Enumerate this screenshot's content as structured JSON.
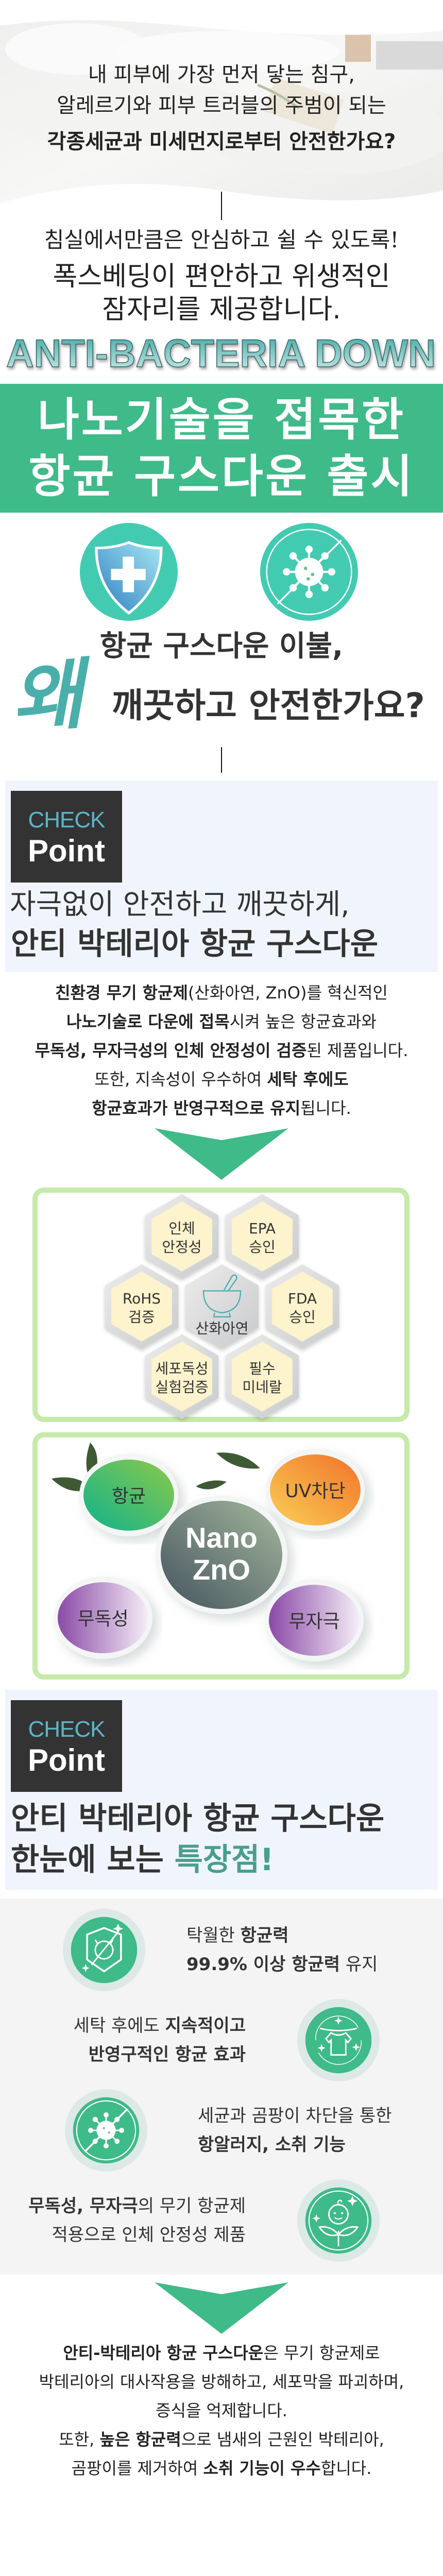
{
  "hero": {
    "lines": [
      "내 피부에 가장 먼저 닿는 침구,",
      "알레르기와 피부 트러블의 주범이 되는"
    ],
    "bold_line": "각종세균과 미세먼지로부터 안전한가요?"
  },
  "intro": {
    "tagline": "침실에서만큼은 안심하고 쉴 수 있도록!",
    "lines": [
      "폭스베딩이 편안하고 위생적인",
      "잠자리를 제공합니다."
    ],
    "logo_text": "ANTI-BACTERIA DOWN"
  },
  "banner": {
    "lines": [
      "나노기술을 접목한",
      "항균 구스다운 출시"
    ],
    "color": "#3fba89"
  },
  "why": {
    "line1": "항균 구스다운 이불,",
    "emphasis": "왜",
    "line2": "깨끗하고 안전한가요?",
    "icons": [
      "shield-cross-icon",
      "no-virus-icon"
    ]
  },
  "check1": {
    "badge_top": "CHECK",
    "badge_bottom": "Point",
    "subtitle": "자극없이 안전하고 깨끗하게,",
    "title": "안티 박테리아 항균 구스다운"
  },
  "description": {
    "lines": [
      [
        {
          "t": "친환경 무기 항균제",
          "b": true
        },
        {
          "t": "(산화아연, ZnO)를 혁신적인",
          "b": false
        }
      ],
      [
        {
          "t": "나노기술로 다운에 접목",
          "b": true
        },
        {
          "t": "시켜 높은 항균효과와",
          "b": false
        }
      ],
      [
        {
          "t": "무독성, 무자극성의 인체 안정성이 검증",
          "b": true
        },
        {
          "t": "된 제품입니다.",
          "b": false
        }
      ],
      [
        {
          "t": "또한, 지속성이 우수하여 ",
          "b": false
        },
        {
          "t": "세탁 후에도",
          "b": true
        }
      ],
      [
        {
          "t": "항균효과가 반영구적으로 유지",
          "b": true
        },
        {
          "t": "됩니다.",
          "b": false
        }
      ]
    ]
  },
  "hexagons": {
    "center": "산화아연",
    "items": [
      {
        "l1": "인체",
        "l2": "안정성"
      },
      {
        "l1": "EPA",
        "l2": "승인"
      },
      {
        "l1": "RoHS",
        "l2": "검증"
      },
      {
        "l1": "FDA",
        "l2": "승인"
      },
      {
        "l1": "세포독성",
        "l2": "실험검증"
      },
      {
        "l1": "필수",
        "l2": "미네랄"
      }
    ]
  },
  "nano": {
    "center": [
      "Nano",
      "ZnO"
    ],
    "bubbles": [
      "항균",
      "UV차단",
      "무독성",
      "무자극"
    ]
  },
  "check2": {
    "badge_top": "CHECK",
    "badge_bottom": "Point",
    "title_line1": "안티 박테리아 항균 구스다운",
    "title_line2": "한눈에 보는 ",
    "title_highlight": "특장점!",
    "highlight_color": "#4a9e8e"
  },
  "features": [
    {
      "icon": "shield-no-germ-icon",
      "lines": [
        [
          {
            "t": "탁월한 ",
            "b": false
          },
          {
            "t": "항균력",
            "b": true
          }
        ],
        [
          {
            "t": "99.9% 이상 항균력",
            "b": true
          },
          {
            "t": " 유지",
            "b": false
          }
        ]
      ]
    },
    {
      "icon": "laundry-shirt-icon",
      "lines": [
        [
          {
            "t": "세탁 후에도 ",
            "b": false
          },
          {
            "t": "지속적이고",
            "b": true
          }
        ],
        [
          {
            "t": "반영구적인 항균 효과",
            "b": true
          }
        ]
      ]
    },
    {
      "icon": "no-virus-icon",
      "lines": [
        [
          {
            "t": "세균과 곰팡이 차단을 통한",
            "b": false
          }
        ],
        [
          {
            "t": "항알러지, 소취 기능",
            "b": true
          }
        ]
      ]
    },
    {
      "icon": "baby-sprout-icon",
      "lines": [
        [
          {
            "t": "무독성, 무자극",
            "b": true
          },
          {
            "t": "의 무기 항균제",
            "b": false
          }
        ],
        [
          {
            "t": "적용으로 인체 안정성 제품",
            "b": false
          }
        ]
      ]
    }
  ],
  "summary": {
    "lines": [
      [
        {
          "t": "안티-박테리아 항균 구스다운",
          "b": true
        },
        {
          "t": "은 무기 항균제로",
          "b": false
        }
      ],
      [
        {
          "t": "박테리아의 대사작용을 방해하고, 세포막을 파괴하며,",
          "b": false
        }
      ],
      [
        {
          "t": "증식을 억제합니다.",
          "b": false
        }
      ],
      [
        {
          "t": "또한, ",
          "b": false
        },
        {
          "t": "높은 항균력",
          "b": true
        },
        {
          "t": "으로 냄새의 근원인 박테리아,",
          "b": false
        }
      ],
      [
        {
          "t": "곰팡이를 제거하여 ",
          "b": false
        },
        {
          "t": "소취 기능이 우수",
          "b": true
        },
        {
          "t": "합니다.",
          "b": false
        }
      ]
    ]
  }
}
